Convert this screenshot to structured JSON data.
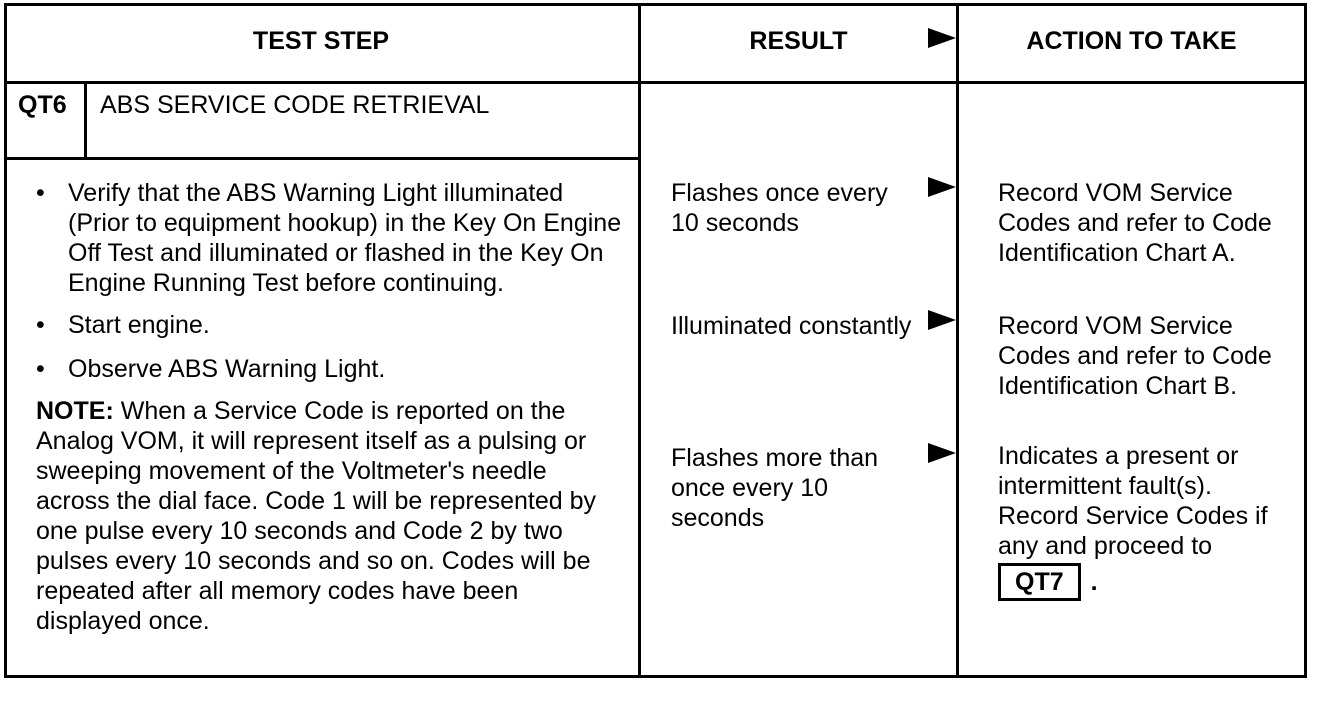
{
  "header": {
    "test_step": "TEST STEP",
    "result": "RESULT",
    "action": "ACTION TO TAKE"
  },
  "step": {
    "code": "QT6",
    "title": "ABS SERVICE CODE RETRIEVAL"
  },
  "instructions": [
    "Verify that the ABS Warning Light illuminated (Prior to equipment hookup) in the Key On Engine Off Test and illuminated or flashed in the Key On Engine Running Test before continuing.",
    "Start engine.",
    "Observe ABS Warning Light."
  ],
  "note": {
    "label": "NOTE:",
    "text": " When a Service Code is reported on the Analog VOM, it will represent itself as a pulsing or sweeping movement of the Voltmeter's needle across the dial face. Code 1 will be represented by one pulse every 10 seconds and Code 2 by two pulses every 10 seconds and so on. Codes will be repeated after all memory codes have been displayed once."
  },
  "rows": [
    {
      "result": "Flashes once every 10 seconds",
      "action": "Record VOM Service Codes and refer to Code Identification Chart A."
    },
    {
      "result": "Illuminated constantly",
      "action": "Record VOM Service Codes and refer to Code Identification Chart B."
    },
    {
      "result": "Flashes more than once every 10 seconds",
      "action": "Indicates a present or intermittent fault(s). Record Service Codes if any and proceed to",
      "goto": "QT7",
      "goto_suffix": "."
    }
  ]
}
